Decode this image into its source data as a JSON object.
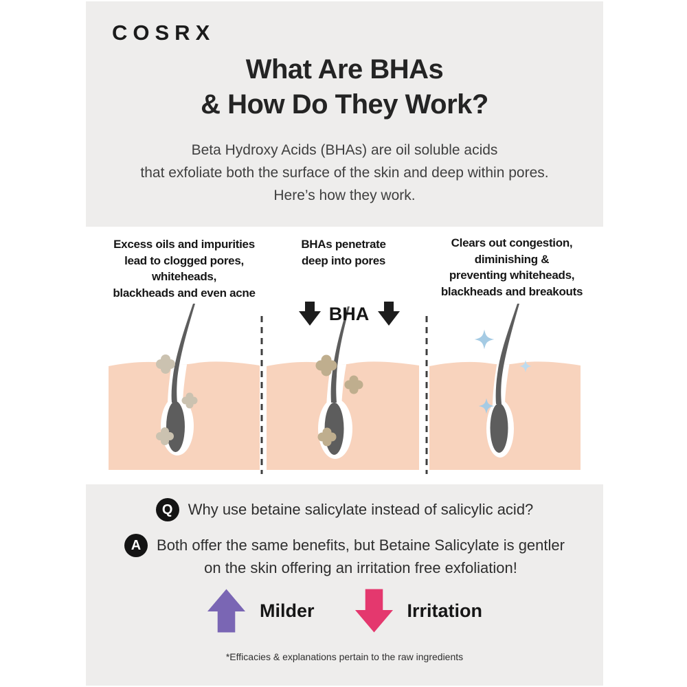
{
  "brand": "COSRX",
  "header": {
    "title_lines": [
      "What Are BHAs",
      "& How Do They Work?"
    ],
    "description_lines": [
      "Beta Hydroxy Acids (BHAs) are oil soluble acids",
      "that exfoliate both the surface of the skin and deep within pores.",
      "Here’s how they work."
    ]
  },
  "panels": [
    {
      "caption_lines": [
        "Excess oils and impurities",
        "lead to clogged pores,",
        "whiteheads,",
        "blackheads and even acne"
      ]
    },
    {
      "caption_lines": [
        "BHAs penetrate",
        "deep into pores"
      ],
      "overlay_label": "BHA"
    },
    {
      "caption_lines": [
        "Clears out congestion,",
        "diminishing &",
        "preventing whiteheads,",
        "blackheads and breakouts"
      ]
    }
  ],
  "qa": {
    "question_icon": "Q",
    "question": "Why use betaine salicylate instead of salicylic acid?",
    "answer_icon": "A",
    "answer_lines": [
      "Both offer the same benefits, but Betaine Salicylate is gentler",
      "on the skin offering an irritation free exfoliation!"
    ]
  },
  "comparison": {
    "items": [
      {
        "label": "Milder",
        "direction": "up",
        "arrow_color": "#7a66b4"
      },
      {
        "label": "Irritation",
        "direction": "down",
        "arrow_color": "#e4386e"
      }
    ]
  },
  "footnote": "*Efficacies & explanations pertain to the raw ingredients",
  "colors": {
    "section_bg": "#eeedec",
    "skin": "#f8d3bd",
    "hair": "#5d5d5d",
    "impurity_light": "#cbc2b0",
    "impurity_dark": "#bfae8e",
    "sparkle": "#a5cbe4",
    "sparkle_light": "#bedbee",
    "overlay_arrow": "#1d1d1d"
  }
}
